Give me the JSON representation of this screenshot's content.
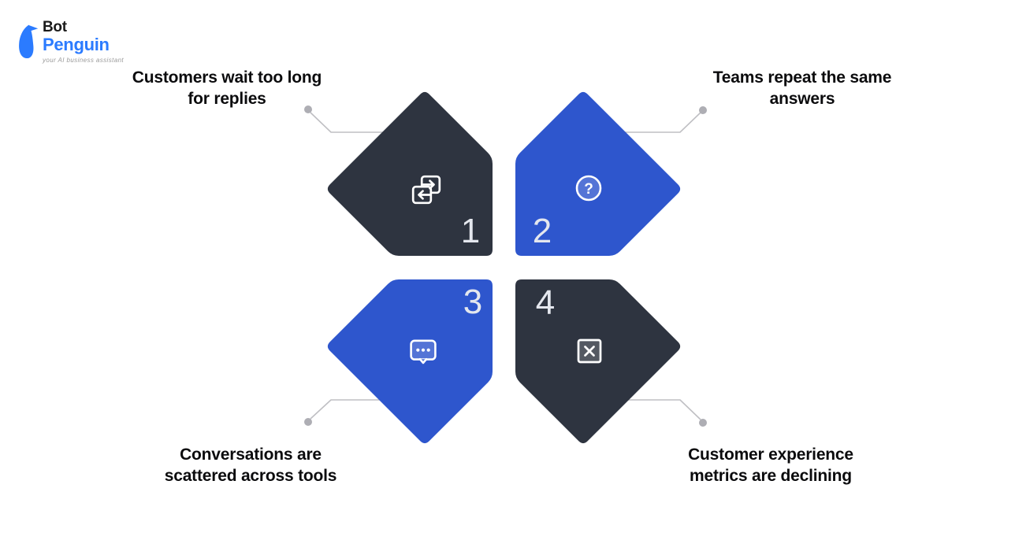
{
  "brand": {
    "name_line1": "Bot",
    "name_line2": "Penguin",
    "tagline": "your AI business assistant"
  },
  "colors": {
    "step_dark": "#2E3440",
    "step_blue": "#2E56CD",
    "number_text": "#E4E7EE",
    "label_text": "#0B0B0D",
    "connector_line": "#BFBFC3",
    "connector_dot": "#AEAEB4",
    "brand_blue": "#2B7BFF",
    "brand_dark": "#1A1A1A",
    "tagline_gray": "#9A9A9A",
    "icon_stroke": "#FFFFFF",
    "icon_fill_on_blue": "#5474D6",
    "icon_fill_on_dark": "#545962"
  },
  "steps": [
    {
      "number": "1",
      "icon": "swap-icon",
      "label_lines": [
        "Customers wait too long",
        "for replies"
      ]
    },
    {
      "number": "2",
      "icon": "question-circle-icon",
      "label_lines": [
        "Teams repeat the same",
        "answers"
      ]
    },
    {
      "number": "3",
      "icon": "chat-bubble-icon",
      "label_lines": [
        "Conversations are",
        "scattered across tools"
      ]
    },
    {
      "number": "4",
      "icon": "close-square-icon",
      "label_lines": [
        "Customer experience",
        "metrics are declining"
      ]
    }
  ]
}
